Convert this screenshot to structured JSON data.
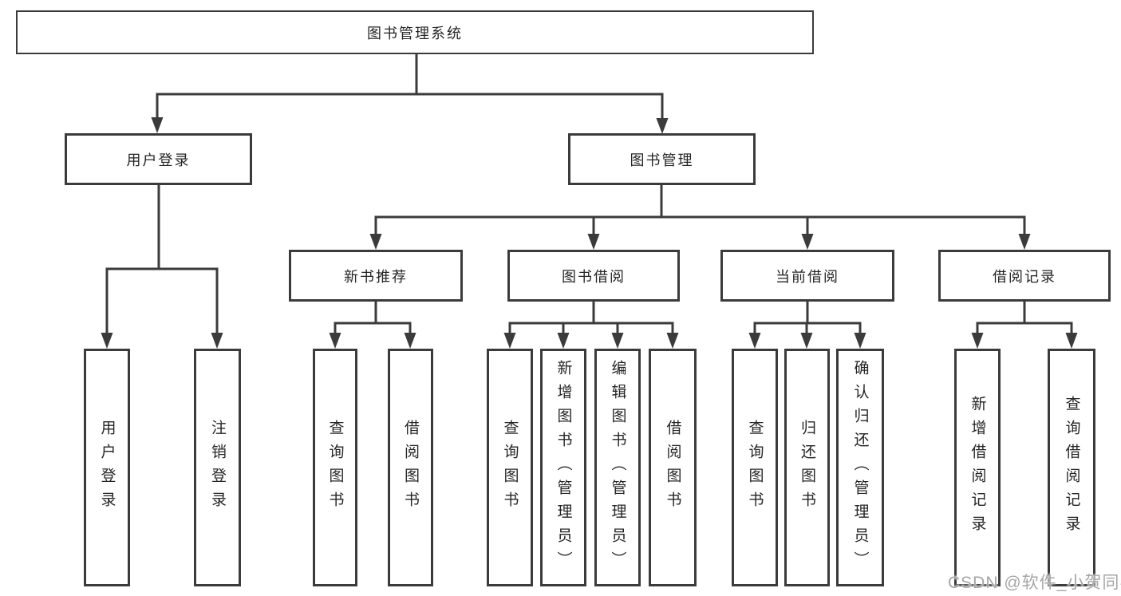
{
  "diagram": {
    "root": {
      "label": "图书管理系统"
    },
    "branches": [
      {
        "label": "用户登录",
        "children": [
          {
            "label": "用户登录"
          },
          {
            "label": "注销登录"
          }
        ]
      },
      {
        "label": "图书管理",
        "groups": [
          {
            "label": "新书推荐",
            "children": [
              {
                "label": "查询图书"
              },
              {
                "label": "借阅图书"
              }
            ]
          },
          {
            "label": "图书借阅",
            "children": [
              {
                "label": "查询图书"
              },
              {
                "label": "新增图书（管理员）"
              },
              {
                "label": "编辑图书（管理员）"
              },
              {
                "label": "借阅图书"
              }
            ]
          },
          {
            "label": "当前借阅",
            "children": [
              {
                "label": "查询图书"
              },
              {
                "label": "归还图书"
              },
              {
                "label": "确认归还（管理员）"
              }
            ]
          },
          {
            "label": "借阅记录",
            "children": [
              {
                "label": "新增借阅记录"
              },
              {
                "label": "查询借阅记录"
              }
            ]
          }
        ]
      }
    ]
  },
  "watermark": {
    "text": "CSDN @软件_小贺同学"
  },
  "colors": {
    "line": "#3b3b3b",
    "text": "#252525",
    "watermark": "#a6a6a6",
    "background": "#ffffff"
  }
}
